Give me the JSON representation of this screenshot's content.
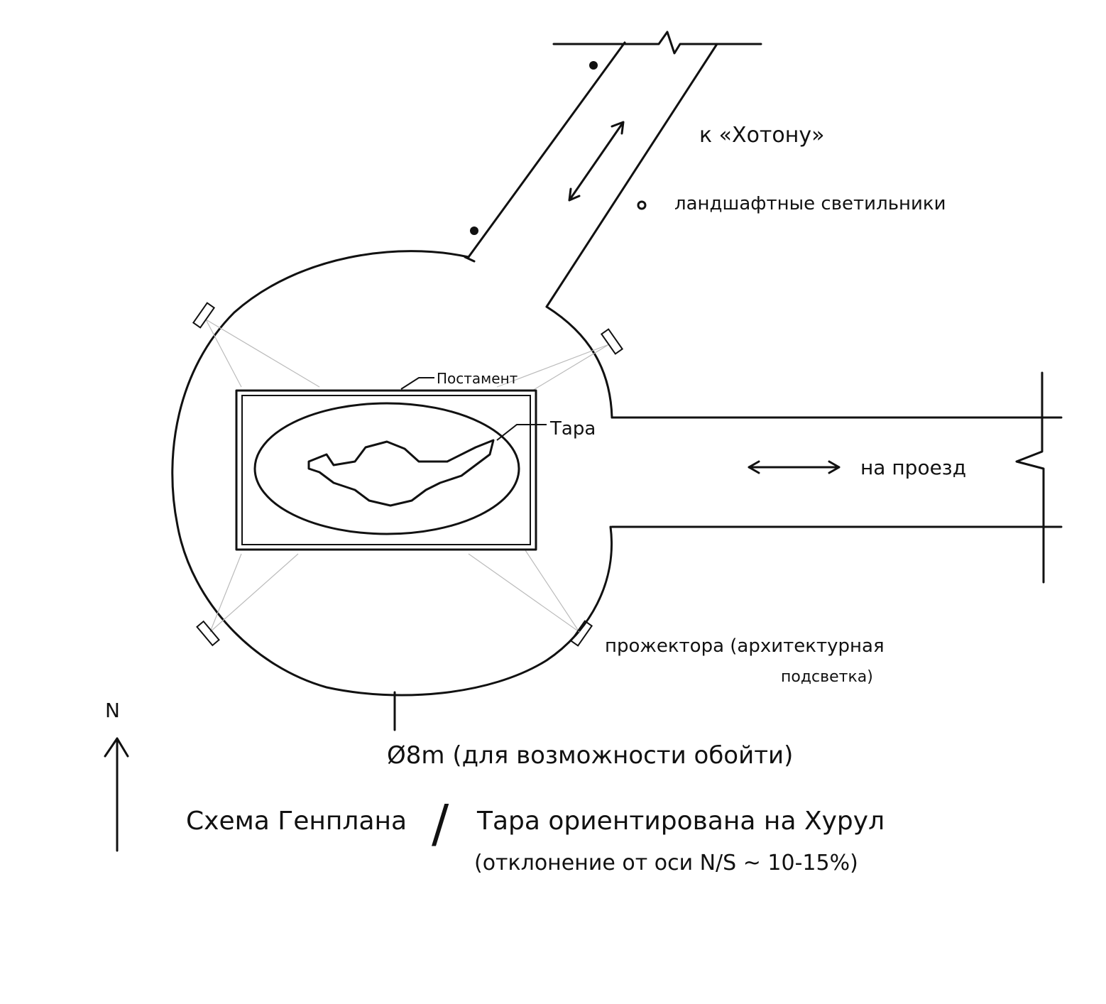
{
  "title": "Схема Генплана",
  "labels": {
    "to_hoton": "к «Хотону»",
    "landscape_lights": "ландшафтные светильники",
    "pedestal": "Постамент",
    "tara": "Тара",
    "to_driveway": "на проезд",
    "spotlights_line1": "прожектора (архитектурная",
    "spotlights_line2": "подсветка)",
    "diameter": "Ø8m (для возможности обойти)",
    "north": "N",
    "separator": "/",
    "orientation_line1": "Тара ориентирована на Хурул",
    "orientation_line2": "(отклонение от оси N/S ~ 10-15%)"
  },
  "colors": {
    "ink": "#111111",
    "paper": "#ffffff",
    "construction": "#bbbbbb"
  }
}
